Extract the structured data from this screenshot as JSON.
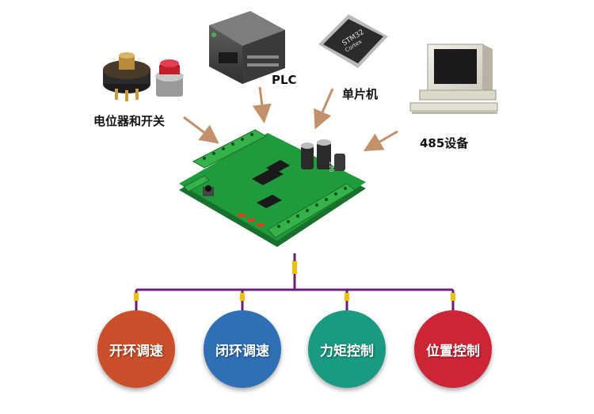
{
  "inputs": {
    "potentiometer_switch": "电位器和开关",
    "plc": "PLC",
    "mcu": "单片机",
    "device485": "485设备"
  },
  "modes": [
    {
      "label": "开环调速",
      "color": "#c9502a"
    },
    {
      "label": "闭环调速",
      "color": "#2e6fb5"
    },
    {
      "label": "力矩控制",
      "color": "#1a9a82"
    },
    {
      "label": "位置控制",
      "color": "#cc2636"
    }
  ],
  "colors": {
    "arrow": "#c2906a",
    "tree_line": "#6a1f7a",
    "tree_joint": "#f2c200",
    "board": "#1f9a3c"
  },
  "board": {
    "chip_mark": "STM32",
    "chip_sub": "Cortex",
    "cap_label": "220"
  }
}
